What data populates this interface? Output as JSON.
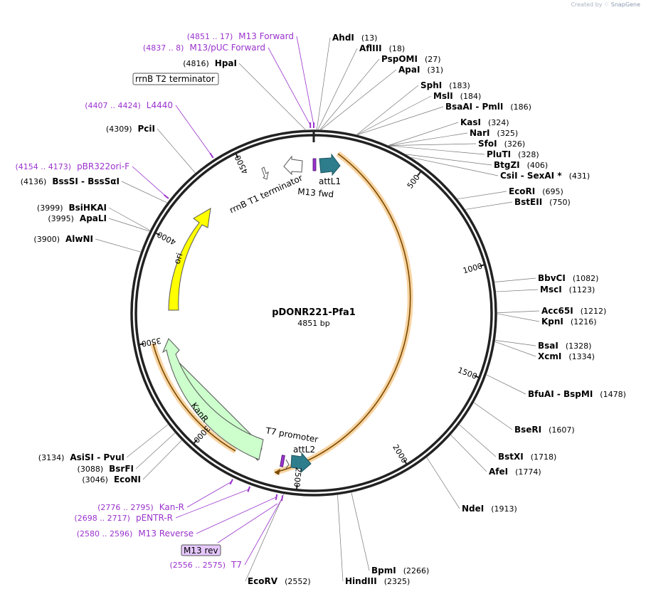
{
  "header": {
    "watermark_prefix": "Created by",
    "watermark_brand": "SnapGene"
  },
  "plasmid": {
    "name": "pDONR221-Pfa1",
    "size": "4851 bp",
    "length": 4851
  },
  "ticks": [
    "500",
    "1000",
    "1500",
    "2000",
    "2500",
    "3000",
    "3500",
    "4000",
    "4500"
  ],
  "sites": [
    {
      "name": "AhdI",
      "pos": "(13)"
    },
    {
      "name": "AflIII",
      "pos": "(18)"
    },
    {
      "name": "PspOMI",
      "pos": "(27)"
    },
    {
      "name": "ApaI",
      "pos": "(31)"
    },
    {
      "name": "SphI",
      "pos": "(183)"
    },
    {
      "name": "MslI",
      "pos": "(184)"
    },
    {
      "name": "BsaAI",
      "name2": "PmlI",
      "pos": "(186)"
    },
    {
      "name": "KasI",
      "pos": "(324)"
    },
    {
      "name": "NarI",
      "pos": "(325)"
    },
    {
      "name": "SfoI",
      "pos": "(326)"
    },
    {
      "name": "PluTI",
      "pos": "(328)"
    },
    {
      "name": "BtgZI",
      "pos": "(406)"
    },
    {
      "name": "CsiI",
      "name2": "SexAI *",
      "pos": "(431)"
    },
    {
      "name": "EcoRI",
      "pos": "(695)"
    },
    {
      "name": "BstEII",
      "pos": "(750)"
    },
    {
      "name": "BbvCI",
      "pos": "(1082)"
    },
    {
      "name": "MscI",
      "pos": "(1123)"
    },
    {
      "name": "Acc65I",
      "pos": "(1212)"
    },
    {
      "name": "KpnI",
      "pos": "(1216)"
    },
    {
      "name": "BsaI",
      "pos": "(1328)"
    },
    {
      "name": "XcmI",
      "pos": "(1334)"
    },
    {
      "name": "BfuAI",
      "name2": "BspMI",
      "pos": "(1478)"
    },
    {
      "name": "BseRI",
      "pos": "(1607)"
    },
    {
      "name": "BstXI",
      "pos": "(1718)"
    },
    {
      "name": "AfeI",
      "pos": "(1774)"
    },
    {
      "name": "NdeI",
      "pos": "(1913)"
    },
    {
      "name": "BpmI",
      "pos": "(2266)"
    },
    {
      "name": "HindIII",
      "pos": "(2325)"
    },
    {
      "name": "EcoRV",
      "pos": "(2552)"
    },
    {
      "name": "EcoNI",
      "pos": "(3046)"
    },
    {
      "name": "BsrFI",
      "pos": "(3088)"
    },
    {
      "name": "AsiSI",
      "name2": "PvuI",
      "pos": "(3134)"
    },
    {
      "name": "AlwNI",
      "pos": "(3900)"
    },
    {
      "name": "ApaLI",
      "pos": "(3995)"
    },
    {
      "name": "BsiHKAI",
      "pos": "(3999)"
    },
    {
      "name": "BssSI",
      "name2": "BssSαI",
      "pos": "(4136)"
    },
    {
      "name": "PciI",
      "pos": "(4309)"
    },
    {
      "name": "HpaI",
      "pos": "(4816)"
    }
  ],
  "primers": [
    {
      "name": "M13 Forward",
      "pos": "(4851 .. 17)"
    },
    {
      "name": "M13/pUC Forward",
      "pos": "(4837 .. 8)"
    },
    {
      "name": "L4440",
      "pos": "(4407 .. 4424)"
    },
    {
      "name": "pBR322ori-F",
      "pos": "(4154 .. 4173)"
    },
    {
      "name": "Kan-R",
      "pos": "(2776 .. 2795)"
    },
    {
      "name": "pENTR-R",
      "pos": "(2698 .. 2717)"
    },
    {
      "name": "M13 Reverse",
      "pos": "(2580 .. 2596)"
    },
    {
      "name": "T7",
      "pos": "(2556 .. 2575)"
    }
  ],
  "features": {
    "rrnb_t2": "rrnB T2 terminator",
    "rrnb_t1": "rrnB T1 terminator",
    "attl1": "attL1",
    "m13fwd": "M13 fwd",
    "ori": "ori",
    "kanr": "KanR",
    "t7prom": "T7 promoter",
    "attl2": "attL2",
    "m13rev": "M13 rev"
  },
  "colors": {
    "backbone": "#222222",
    "primer": "#9a32cd",
    "ori": "#ffff00",
    "kanr": "#ccffcc",
    "attl": "#2e7d8c",
    "highlight": "#f5c27a"
  }
}
